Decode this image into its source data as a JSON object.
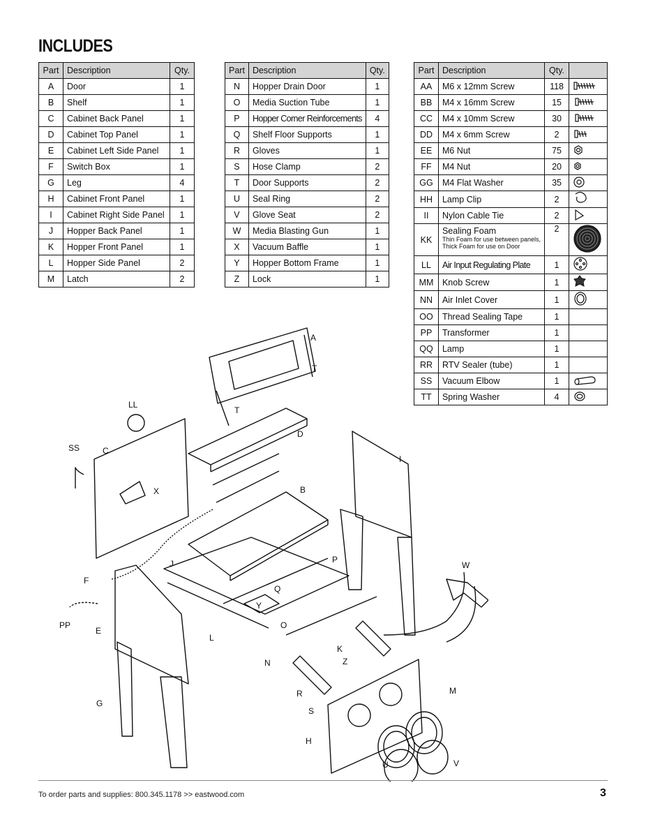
{
  "title": "INCLUDES",
  "headers": {
    "part": "Part",
    "description": "Description",
    "qty": "Qty."
  },
  "table1": [
    {
      "part": "A",
      "description": "Door",
      "qty": "1"
    },
    {
      "part": "B",
      "description": "Shelf",
      "qty": "1"
    },
    {
      "part": "C",
      "description": "Cabinet Back Panel",
      "qty": "1"
    },
    {
      "part": "D",
      "description": "Cabinet Top Panel",
      "qty": "1"
    },
    {
      "part": "E",
      "description": "Cabinet Left Side Panel",
      "qty": "1"
    },
    {
      "part": "F",
      "description": "Switch Box",
      "qty": "1"
    },
    {
      "part": "G",
      "description": "Leg",
      "qty": "4"
    },
    {
      "part": "H",
      "description": "Cabinet Front Panel",
      "qty": "1"
    },
    {
      "part": "I",
      "description": "Cabinet Right Side Panel",
      "qty": "1"
    },
    {
      "part": "J",
      "description": "Hopper Back Panel",
      "qty": "1"
    },
    {
      "part": "K",
      "description": "Hopper Front Panel",
      "qty": "1"
    },
    {
      "part": "L",
      "description": "Hopper Side Panel",
      "qty": "2"
    },
    {
      "part": "M",
      "description": "Latch",
      "qty": "2"
    }
  ],
  "table2": [
    {
      "part": "N",
      "description": "Hopper Drain Door",
      "qty": "1"
    },
    {
      "part": "O",
      "description": "Media Suction Tube",
      "qty": "1"
    },
    {
      "part": "P",
      "description": "Hopper Corner Reinforcements",
      "qty": "4"
    },
    {
      "part": "Q",
      "description": "Shelf Floor Supports",
      "qty": "1"
    },
    {
      "part": "R",
      "description": "Gloves",
      "qty": "1"
    },
    {
      "part": "S",
      "description": "Hose Clamp",
      "qty": "2"
    },
    {
      "part": "T",
      "description": "Door Supports",
      "qty": "2"
    },
    {
      "part": "U",
      "description": "Seal Ring",
      "qty": "2"
    },
    {
      "part": "V",
      "description": "Glove Seat",
      "qty": "2"
    },
    {
      "part": "W",
      "description": "Media Blasting Gun",
      "qty": "1"
    },
    {
      "part": "X",
      "description": "Vacuum Baffle",
      "qty": "1"
    },
    {
      "part": "Y",
      "description": "Hopper Bottom Frame",
      "qty": "1"
    },
    {
      "part": "Z",
      "description": "Lock",
      "qty": "1"
    }
  ],
  "table3": [
    {
      "part": "AA",
      "description": "M6 x 12mm Screw",
      "qty": "118",
      "icon": "long-screw-icon"
    },
    {
      "part": "BB",
      "description": "M4 x 16mm Screw",
      "qty": "15",
      "icon": "screw-icon"
    },
    {
      "part": "CC",
      "description": "M4 x 10mm Screw",
      "qty": "30",
      "icon": "screw-icon"
    },
    {
      "part": "DD",
      "description": "M4 x 6mm Screw",
      "qty": "2",
      "icon": "short-screw-icon"
    },
    {
      "part": "EE",
      "description": "M6 Nut",
      "qty": "75",
      "icon": "nut-icon"
    },
    {
      "part": "FF",
      "description": "M4 Nut",
      "qty": "20",
      "icon": "small-nut-icon"
    },
    {
      "part": "GG",
      "description": "M4 Flat Washer",
      "qty": "35",
      "icon": "washer-icon"
    },
    {
      "part": "HH",
      "description": "Lamp Clip",
      "qty": "2",
      "icon": "clip-icon"
    },
    {
      "part": "II",
      "description": "Nylon Cable Tie",
      "qty": "2",
      "icon": "cable-tie-icon"
    },
    {
      "part": "KK",
      "description": "Sealing Foam",
      "qty": "2",
      "icon": "foam-roll-icon",
      "note1": "Thin Foam for use between panels,",
      "note2": "Thick Foam for use on Door"
    },
    {
      "part": "LL",
      "description": "Air Input Regulating Plate",
      "qty": "1",
      "icon": "plate-icon"
    },
    {
      "part": "MM",
      "description": "Knob Screw",
      "qty": "1",
      "icon": "knob-icon"
    },
    {
      "part": "NN",
      "description": "Air Inlet Cover",
      "qty": "1",
      "icon": "ring-icon"
    },
    {
      "part": "OO",
      "description": "Thread Sealing Tape",
      "qty": "1",
      "icon": ""
    },
    {
      "part": "PP",
      "description": "Transformer",
      "qty": "1",
      "icon": ""
    },
    {
      "part": "QQ",
      "description": "Lamp",
      "qty": "1",
      "icon": ""
    },
    {
      "part": "RR",
      "description": "RTV Sealer (tube)",
      "qty": "1",
      "icon": ""
    },
    {
      "part": "SS",
      "description": "Vacuum Elbow",
      "qty": "1",
      "icon": "elbow-icon"
    },
    {
      "part": "TT",
      "description": "Spring Washer",
      "qty": "4",
      "icon": "spring-washer-icon"
    }
  ],
  "diagram_labels": [
    "A",
    "T",
    "T",
    "LL",
    "D",
    "SS",
    "C",
    "I",
    "X",
    "B",
    "P",
    "J",
    "F",
    "Q",
    "Y",
    "W",
    "O",
    "PP",
    "E",
    "L",
    "K",
    "Z",
    "N",
    "M",
    "R",
    "S",
    "G",
    "H",
    "U",
    "V"
  ],
  "footer": {
    "text": "To order parts and supplies: 800.345.1178  >>  eastwood.com",
    "page": "3"
  }
}
